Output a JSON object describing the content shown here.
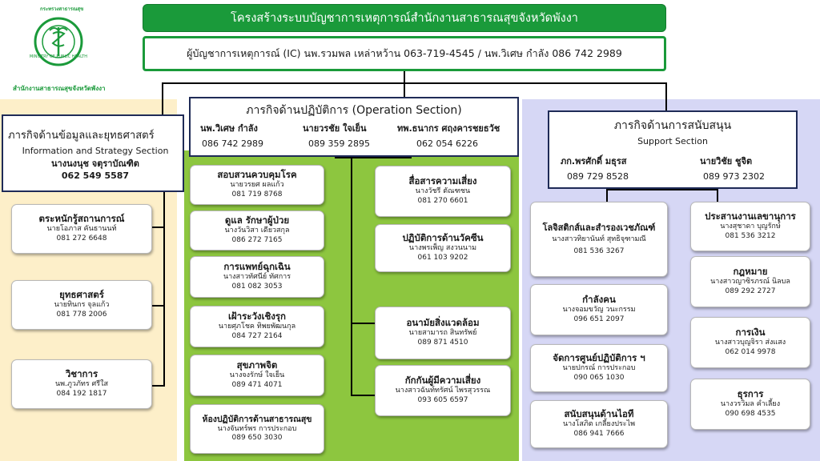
{
  "org": "สำนักงานสาธารณสุขจังหวัดพังงา",
  "logo": {
    "ring_text": "กระทรวงสาธารณสุข",
    "ring_text_en": "MINISTRY OF PUBLIC HEALTH"
  },
  "title": "โครงสร้างระบบบัญชาการเหตุการณ์สำนักงานสาธารณสุขจังหวัดพังงา",
  "commander": "ผู้บัญชาการเหตุการณ์ (IC) นพ.รวมพล เหล่าหว้าน 063-719-4545 / นพ.วิเศษ  กำลัง  086 742 2989",
  "colors": {
    "green": "#1a9a3a",
    "ops_bg": "#8dc63f",
    "info_bg": "#fdefc9",
    "support_bg": "#d6d7f5",
    "navy": "#1f2b57"
  },
  "info": {
    "title": "ภารกิจด้านข้อมูลและยุทธศาสตร์",
    "title_en": "Information and Strategy Section",
    "name": "นางนงนุช  จตุราบัณฑิต",
    "phone": "062 549 5587",
    "units": [
      {
        "title": "ตระหนักรู้สถานการณ์",
        "name": "นายโอภาส คันธานนท์",
        "phone": "081 272 6648"
      },
      {
        "title": "ยุทธศาสตร์",
        "name": "นายทินกร จุลแก้ว",
        "phone": "081 778 2006"
      },
      {
        "title": "วิชาการ",
        "name": "นพ.ภูวภัทร ศรีใส",
        "phone": "084 192 1817"
      }
    ]
  },
  "ops": {
    "title": "ภารกิจด้านปฏิบัติการ  (Operation Section)",
    "leads": [
      {
        "name": "นพ.วิเศษ  กำลัง",
        "phone": "086 742 2989"
      },
      {
        "name": "นายวรชัย  ใจเย็น",
        "phone": "089 359 2895"
      },
      {
        "name": "ทพ.ธนากร  ศฤงคารชยธวัช",
        "phone": "062 054 6226"
      }
    ],
    "left_units": [
      {
        "title": "สอบสวนควบคุมโรค",
        "name": "นายวรยศ ผลแก้ว",
        "phone": "081 719 8768"
      },
      {
        "title": "ดูแล รักษาผู้ป่วย",
        "name": "นางวันวิสา เดียวสกุล",
        "phone": "086 272 7165"
      },
      {
        "title": "การแพทย์ฉุกเฉิน",
        "name": "นางสาวทัศนีย์ ทัศการ",
        "phone": "081 082 3053"
      },
      {
        "title": "เฝ้าระวังเชิงรุก",
        "name": "นายศุภโชค ทิพยพัฒนกุล",
        "phone": "084 727 2164"
      },
      {
        "title": "สุขภาพจิต",
        "name": "นางจงรักษ์ ใจเย็น",
        "phone": "089 471 4071"
      },
      {
        "title": "ห้องปฏิบัติการด้านสาธารณสุข",
        "name": "นางจันทร์พร การประกอบ",
        "phone": "089 650 3030"
      }
    ],
    "right_units": [
      {
        "title": "สื่อสารความเสี่ยง",
        "name": "นางวัชรี ตัณฑชน",
        "phone": "081 270 6601"
      },
      {
        "title": "ปฏิบัติการด้านวัคซีน",
        "name": "นางพรเพ็ญ สงวนนาม",
        "phone": "061 103 9202"
      },
      {
        "title": "อนามัยสิ่งแวดล้อม",
        "name": "นายสามารถ สินทรัพย์",
        "phone": "089 871 4510"
      },
      {
        "title": "กักกันผู้มีความเสี่ยง",
        "name": "นางสาวฉันท์ทรัศน์ ไพรสุวรรณ",
        "phone": "093 605 6597"
      }
    ]
  },
  "support": {
    "title": "ภารกิจด้านการสนับสนุน",
    "title_en": "Support Section",
    "leads": [
      {
        "name": "ภก.พรศักดิ์  มธุรส",
        "phone": "089 729 8528"
      },
      {
        "name": "นายวิชัย  ชูจิต",
        "phone": "089 973 2302"
      }
    ],
    "left_units": [
      {
        "title": "โลจิสติกส์และสำรองเวชภัณฑ์",
        "name": "นางสาวทิยานันท์ สุทธิจุฑามณี",
        "phone": "081 536 3267"
      },
      {
        "title": "กำลังคน",
        "name": "นางจอมขวัญ วนะกรรม",
        "phone": "096 651 2097"
      },
      {
        "title": "จัดการศูนย์ปฏิบัติการ ฯ",
        "name": "นายปกรณ์ การประกอบ",
        "phone": "090 065 1030"
      },
      {
        "title": "สนับสนุนด้านไอที",
        "name": "นางโสภิต เกลี้ยงประไพ",
        "phone": "086 941 7666"
      }
    ],
    "right_units": [
      {
        "title": "ประสานงานเลขานุการ",
        "name": "นางสุชาดา บุญรักษ์",
        "phone": "081 536 3212"
      },
      {
        "title": "กฎหมาย",
        "name": "นางสาวญาซิรภรณ์ นิลบล",
        "phone": "089 292 2727"
      },
      {
        "title": "การเงิน",
        "name": "นางสาวบุญจิรา ส่งแสง",
        "phone": "062 014 9978"
      },
      {
        "title": "ธุรการ",
        "name": "นางวรวิมล คำเลี้ยง",
        "phone": "090 698 4535"
      }
    ]
  }
}
